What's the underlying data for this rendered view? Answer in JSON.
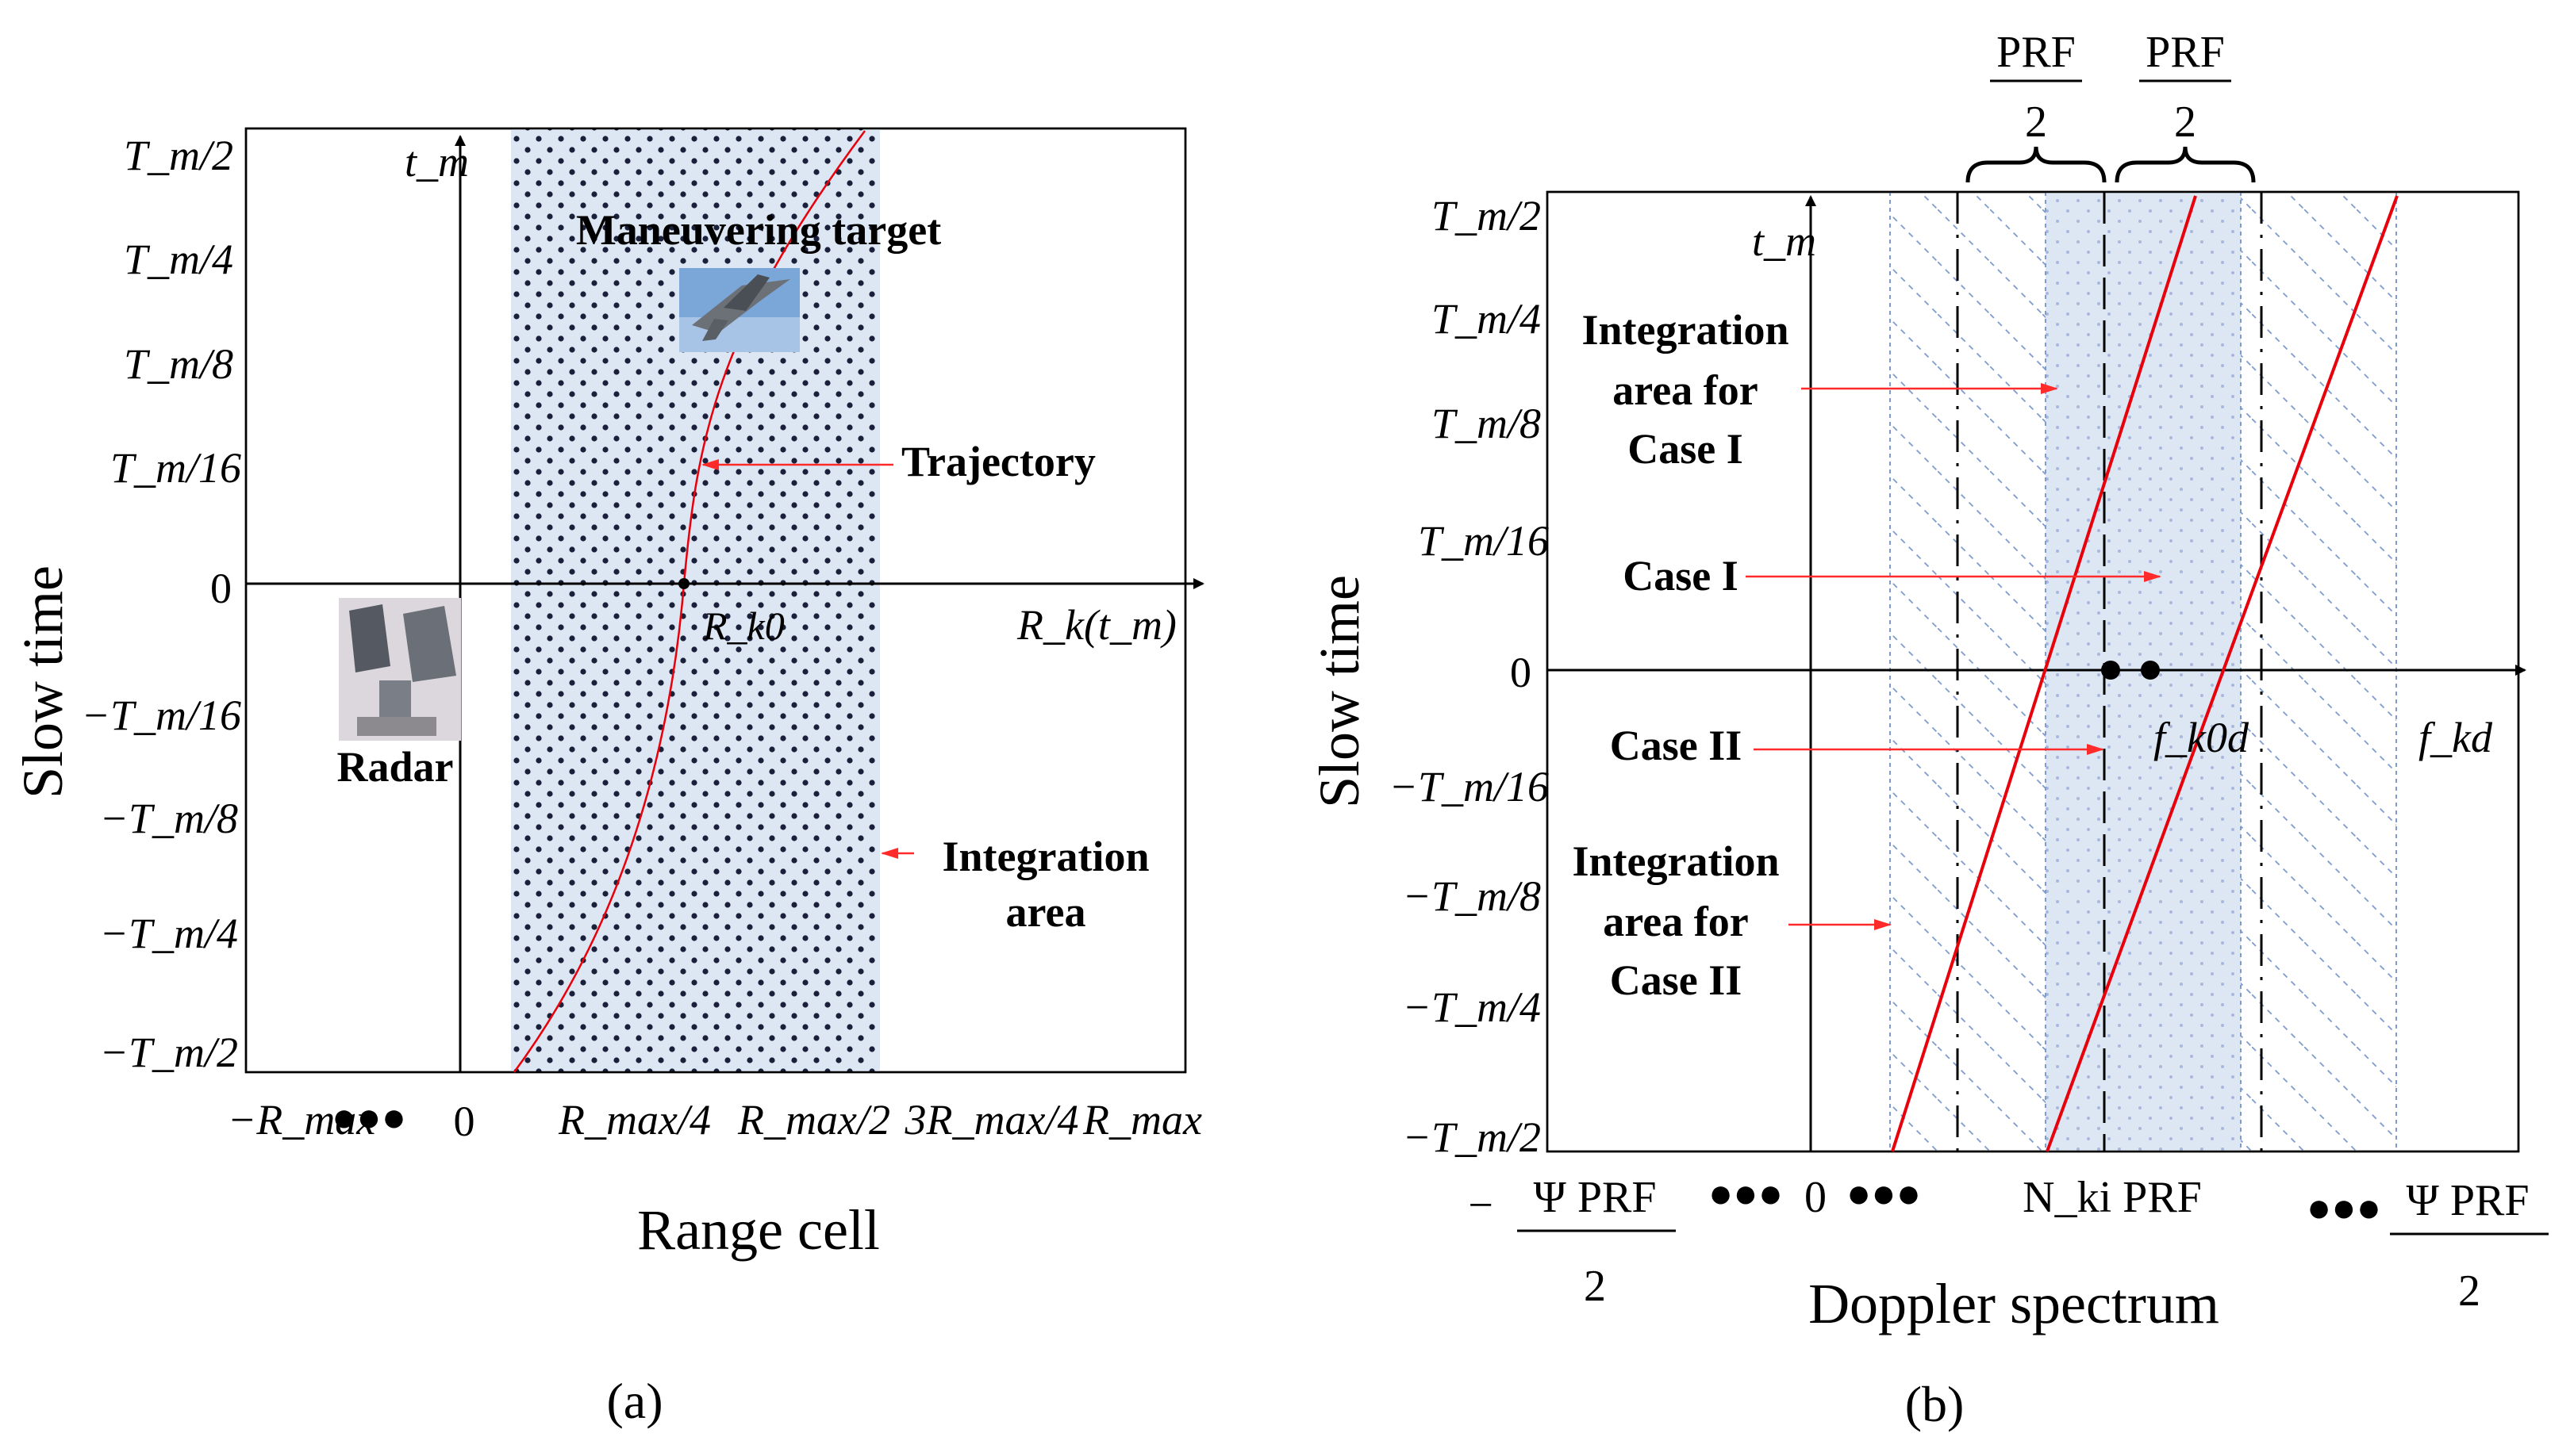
{
  "panel_a": {
    "caption": "(a)",
    "ylabel": "Slow time",
    "xlabel": "Range cell",
    "axis_label_y": "t_m",
    "axis_label_x": "R_k(t_m)",
    "y_ticks": [
      "T_m/2",
      "T_m/4",
      "T_m/8",
      "T_m/16",
      "0",
      "−T_m/16",
      "−T_m/8",
      "−T_m/4",
      "−T_m/2"
    ],
    "x_ticks": [
      "−R_max",
      "0",
      "R_max/4",
      "R_max/2",
      "3R_max/4",
      "R_max"
    ],
    "origin_point_label": "R_k0",
    "labels": {
      "maneuvering_target": "Maneuvering target",
      "trajectory": "Trajectory",
      "integration_area": "Integration area",
      "radar": "Radar"
    }
  },
  "panel_b": {
    "caption": "(b)",
    "ylabel": "Slow time",
    "xlabel": "Doppler spectrum",
    "axis_label_y": "t_m",
    "axis_label_x": "f_kd",
    "y_ticks": [
      "T_m/2",
      "T_m/4",
      "T_m/8",
      "T_m/16",
      "0",
      "−T_m/16",
      "−T_m/8",
      "−T_m/4",
      "−T_m/2"
    ],
    "x_ticks": [
      "−ΨPRF/2",
      "0",
      "N_ki PRF",
      "ΨPRF/2"
    ],
    "brace_labels": [
      "PRF/2",
      "PRF/2"
    ],
    "point_label": "f_k0d",
    "labels": {
      "integration_case1": "Integration area for Case I",
      "case1": "Case I",
      "case2": "Case II",
      "integration_case2": "Integration area for Case II"
    }
  },
  "colors": {
    "band": "#dde6f3",
    "dot": "#1a1f3a",
    "trajectory": "#e8000b",
    "pointer": "#ff2a2a",
    "hatch": "#7f9ccf"
  }
}
